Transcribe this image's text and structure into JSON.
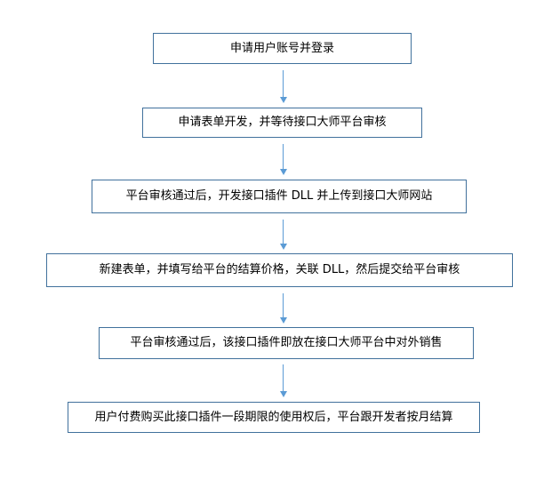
{
  "colors": {
    "node_border": "#41719C",
    "arrow": "#5B9BD5",
    "text": "#000000",
    "background": "#ffffff"
  },
  "flowchart": {
    "steps": [
      {
        "label": "申请用户账号并登录"
      },
      {
        "label": "申请表单开发，并等待接口大师平台审核"
      },
      {
        "label": "平台审核通过后，开发接口插件 DLL 并上传到接口大师网站"
      },
      {
        "label": "新建表单，并填写给平台的结算价格，关联 DLL，然后提交给平台审核"
      },
      {
        "label": "平台审核通过后，该接口插件即放在接口大师平台中对外销售"
      },
      {
        "label": "用户付费购买此接口插件一段期限的使用权后，平台跟开发者按月结算"
      }
    ]
  }
}
